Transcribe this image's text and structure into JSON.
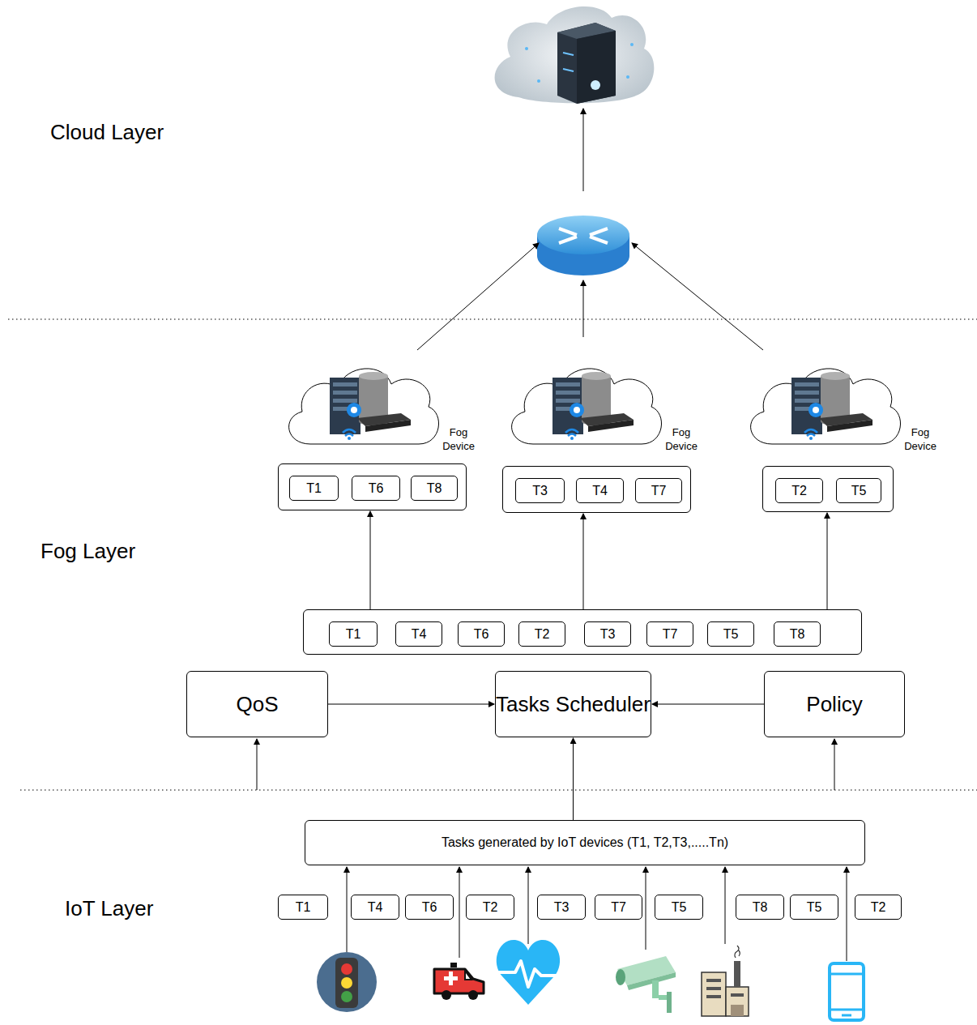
{
  "diagram": {
    "nodes": [
      {
        "text": [
          "Fog Device"
        ]
      },
      {
        "text": [
          "Fog Device"
        ]
      },
      {
        "text": [
          "Fog Device"
        ]
      },
      {
        "text": []
      },
      {
        "text": [
          "T1"
        ],
        "in": 3
      },
      {
        "text": [
          "T6"
        ],
        "in": 3
      },
      {
        "text": [
          "T8"
        ],
        "in": 3
      },
      {
        "text": []
      },
      {
        "text": [
          "T3"
        ],
        "in": 7
      },
      {
        "text": [
          "T4"
        ],
        "in": 7
      },
      {
        "text": [
          "T7"
        ],
        "in": 7
      },
      {
        "text": []
      },
      {
        "text": [
          "T2"
        ],
        "in": 11
      },
      {
        "text": [
          "T5"
        ],
        "in": 11
      },
      {
        "text": []
      },
      {
        "text": [
          "T1"
        ],
        "in": 14
      },
      {
        "text": [
          "T4"
        ],
        "in": 14
      },
      {
        "text": [
          "T6"
        ],
        "in": 14
      },
      {
        "text": [
          "T2"
        ],
        "in": 14
      },
      {
        "text": [
          "T3"
        ],
        "in": 14
      },
      {
        "text": [
          "T7"
        ],
        "in": 14
      },
      {
        "text": [
          "T5"
        ],
        "in": 14
      },
      {
        "text": [
          "T8"
        ],
        "in": 14
      },
      {
        "text": [
          "QoS"
        ]
      },
      {
        "text": [
          "Tasks Scheduler"
        ]
      },
      {
        "text": [
          "Policy"
        ]
      },
      {
        "text": [
          "Tasks generated by IoT devices (T1, T2,T3,.....Tn)"
        ]
      },
      {
        "text": [
          "T1"
        ]
      },
      {
        "text": [
          "T4"
        ]
      },
      {
        "text": [
          "T6"
        ]
      },
      {
        "text": [
          "T2"
        ]
      },
      {
        "text": [
          "T3"
        ]
      },
      {
        "text": [
          "T7"
        ]
      },
      {
        "text": [
          "T5"
        ]
      },
      {
        "text": [
          "T8"
        ]
      },
      {
        "text": [
          "T5"
        ]
      },
      {
        "text": [
          "T2"
        ]
      }
    ],
    "edges": [
      {
        "from": 14,
        "to": 3,
        "arrow": "to"
      },
      {
        "from": 14,
        "to": 7,
        "arrow": "to"
      },
      {
        "from": 14,
        "to": 11,
        "arrow": "to"
      },
      {
        "from": 23,
        "to": 24,
        "arrow": "to"
      },
      {
        "from": 25,
        "to": 24,
        "arrow": "to"
      },
      {
        "from": 26,
        "to": 24,
        "arrow": "to"
      }
    ],
    "labels": [
      "Cloud Layer",
      "Fog Layer",
      "IoT Layer"
    ]
  }
}
